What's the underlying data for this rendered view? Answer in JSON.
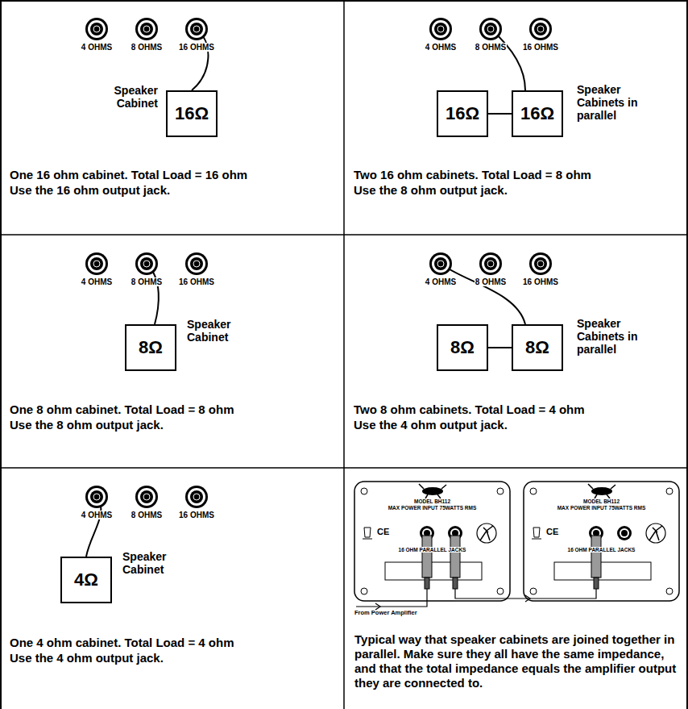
{
  "diagram": {
    "nodes": [
      {
        "text": [
          "16Ω"
        ]
      },
      {
        "text": [
          "16Ω"
        ]
      },
      {
        "text": [
          "16Ω"
        ]
      },
      {
        "text": [
          "8Ω"
        ]
      },
      {
        "text": [
          "8Ω"
        ]
      },
      {
        "text": [
          "8Ω"
        ]
      },
      {
        "text": [
          "4Ω"
        ]
      }
    ],
    "edges": [
      {
        "from": 1,
        "to": 2,
        "arrow": "none"
      },
      {
        "from": 4,
        "to": 5,
        "arrow": "none"
      }
    ],
    "labels": [
      "4 OHMS",
      "8 OHMS",
      "16 OHMS",
      "Speaker Cabinet",
      "One 16 ohm cabinet. Total Load = 16 ohm",
      "Use the 16 ohm output jack.",
      "4 OHMS",
      "8 OHMS",
      "16 OHMS",
      "Speaker Cabinets in parallel",
      "Two 16 ohm cabinets. Total Load = 8 ohm",
      "Use the 8 ohm output jack.",
      "4 OHMS",
      "8 OHMS",
      "16 OHMS",
      "Speaker Cabinet",
      "One 8 ohm cabinet. Total Load = 8 ohm",
      "Use the 8 ohm output jack.",
      "4 OHMS",
      "8 OHMS",
      "16 OHMS",
      "Speaker Cabinets in parallel",
      "Two 8 ohm cabinets. Total Load = 4 ohm",
      "Use the 4 ohm output jack.",
      "4 OHMS",
      "8 OHMS",
      "16 OHMS",
      "Speaker Cabinet",
      "One 4 ohm cabinet. Total Load = 4 ohm",
      "Use the 4 ohm output jack.",
      "MODEL BH112",
      "MAX POWER INPUT 75WATTS RMS",
      "16 OHM PARALLEL JACKS",
      "MODEL BH112",
      "MAX POWER INPUT 75WATTS RMS",
      "16 OHM PARALLEL JACKS",
      "From Power Amplifier",
      "Typical way that speaker cabinets are joined together in parallel. Make sure they all have the same impedance, and that the total impedance equals the amplifier output they are connected to.",
      "CE",
      "CE"
    ]
  }
}
